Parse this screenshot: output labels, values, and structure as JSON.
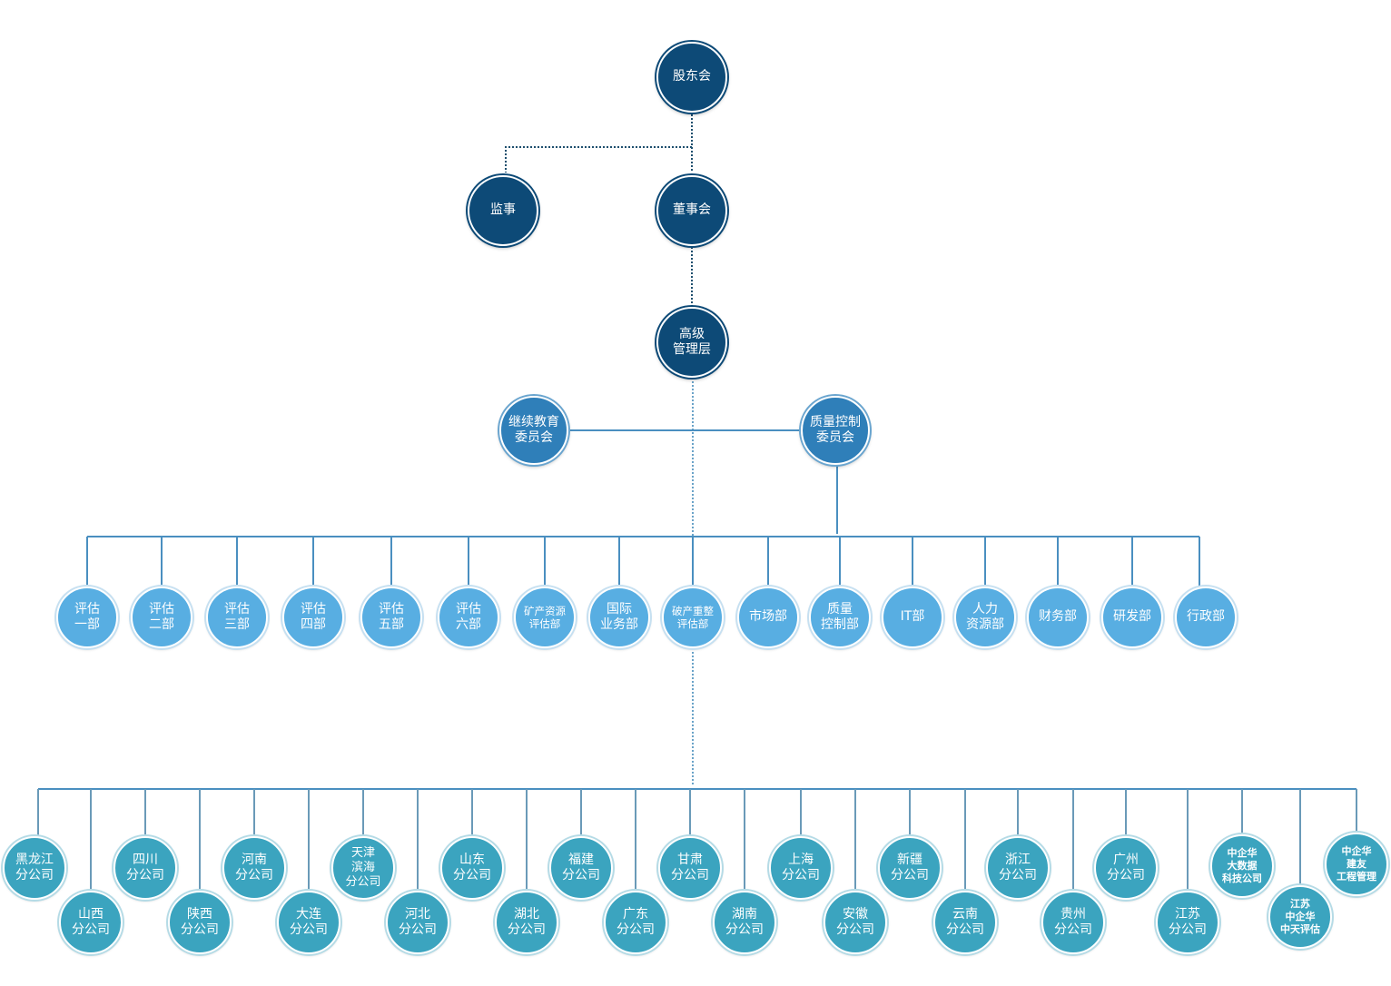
{
  "governance": {
    "shareholders": "股东会",
    "supervisor": "监事",
    "board": "董事会",
    "management": "高级\n管理层"
  },
  "committees": {
    "continuing_education": "继续教育\n委员会",
    "quality_control": "质量控制\n委员会"
  },
  "departments": [
    "评估\n一部",
    "评估\n二部",
    "评估\n三部",
    "评估\n四部",
    "评估\n五部",
    "评估\n六部",
    "矿产资源\n评估部",
    "国际\n业务部",
    "破产重整\n评估部",
    "市场部",
    "质量\n控制部",
    "IT部",
    "人力\n资源部",
    "财务部",
    "研发部",
    "行政部"
  ],
  "branches": [
    "黑龙江\n分公司",
    "山西\n分公司",
    "四川\n分公司",
    "陕西\n分公司",
    "河南\n分公司",
    "大连\n分公司",
    "天津\n滨海\n分公司",
    "河北\n分公司",
    "山东\n分公司",
    "湖北\n分公司",
    "福建\n分公司",
    "广东\n分公司",
    "甘肃\n分公司",
    "湖南\n分公司",
    "上海\n分公司",
    "安徽\n分公司",
    "新疆\n分公司",
    "云南\n分公司",
    "浙江\n分公司",
    "贵州\n分公司",
    "广州\n分公司",
    "江苏\n分公司",
    "中企华\n大数据\n科技公司",
    "江苏\n中企华\n中天评估",
    "中企华\n建友\n工程管理"
  ],
  "colors": {
    "governance": "#0d4a77",
    "committee": "#2f7fb9",
    "department": "#58aee2",
    "branch": "#3ba4bf",
    "line": "#4a8fc0"
  }
}
